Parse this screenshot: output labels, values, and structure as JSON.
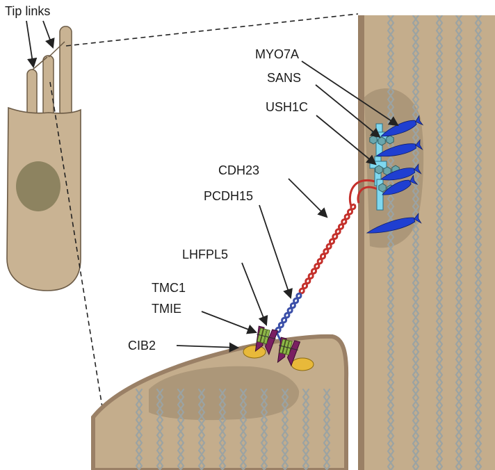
{
  "labels": {
    "tip_links": "Tip links",
    "myo7a": "MYO7A",
    "sans": "SANS",
    "ush1c": "USH1C",
    "cdh23": "CDH23",
    "pcdh15": "PCDH15",
    "lhfpl5": "LHFPL5",
    "tmc1": "TMC1",
    "tmie": "TMIE",
    "cib2": "CIB2"
  },
  "colors": {
    "cell_fill": "#c9b393",
    "cell_edge": "#6b5a45",
    "nucleus": "#8d8360",
    "stereocilium_fill": "#c4ad8c",
    "stereocilium_edge": "#9a8066",
    "dense_region": "#a89376",
    "actin": "#9ba3a3",
    "myosin": "#1f3fd1",
    "harmonin": "#7fd8ef",
    "sans": "#6aa6ac",
    "cdh23": "#c4302b",
    "pcdh15": "#3b4fa8",
    "lhfpl5": "#8fb84a",
    "tmc1": "#7a1f62",
    "cib2": "#e8b93a",
    "arrow": "#222222"
  }
}
